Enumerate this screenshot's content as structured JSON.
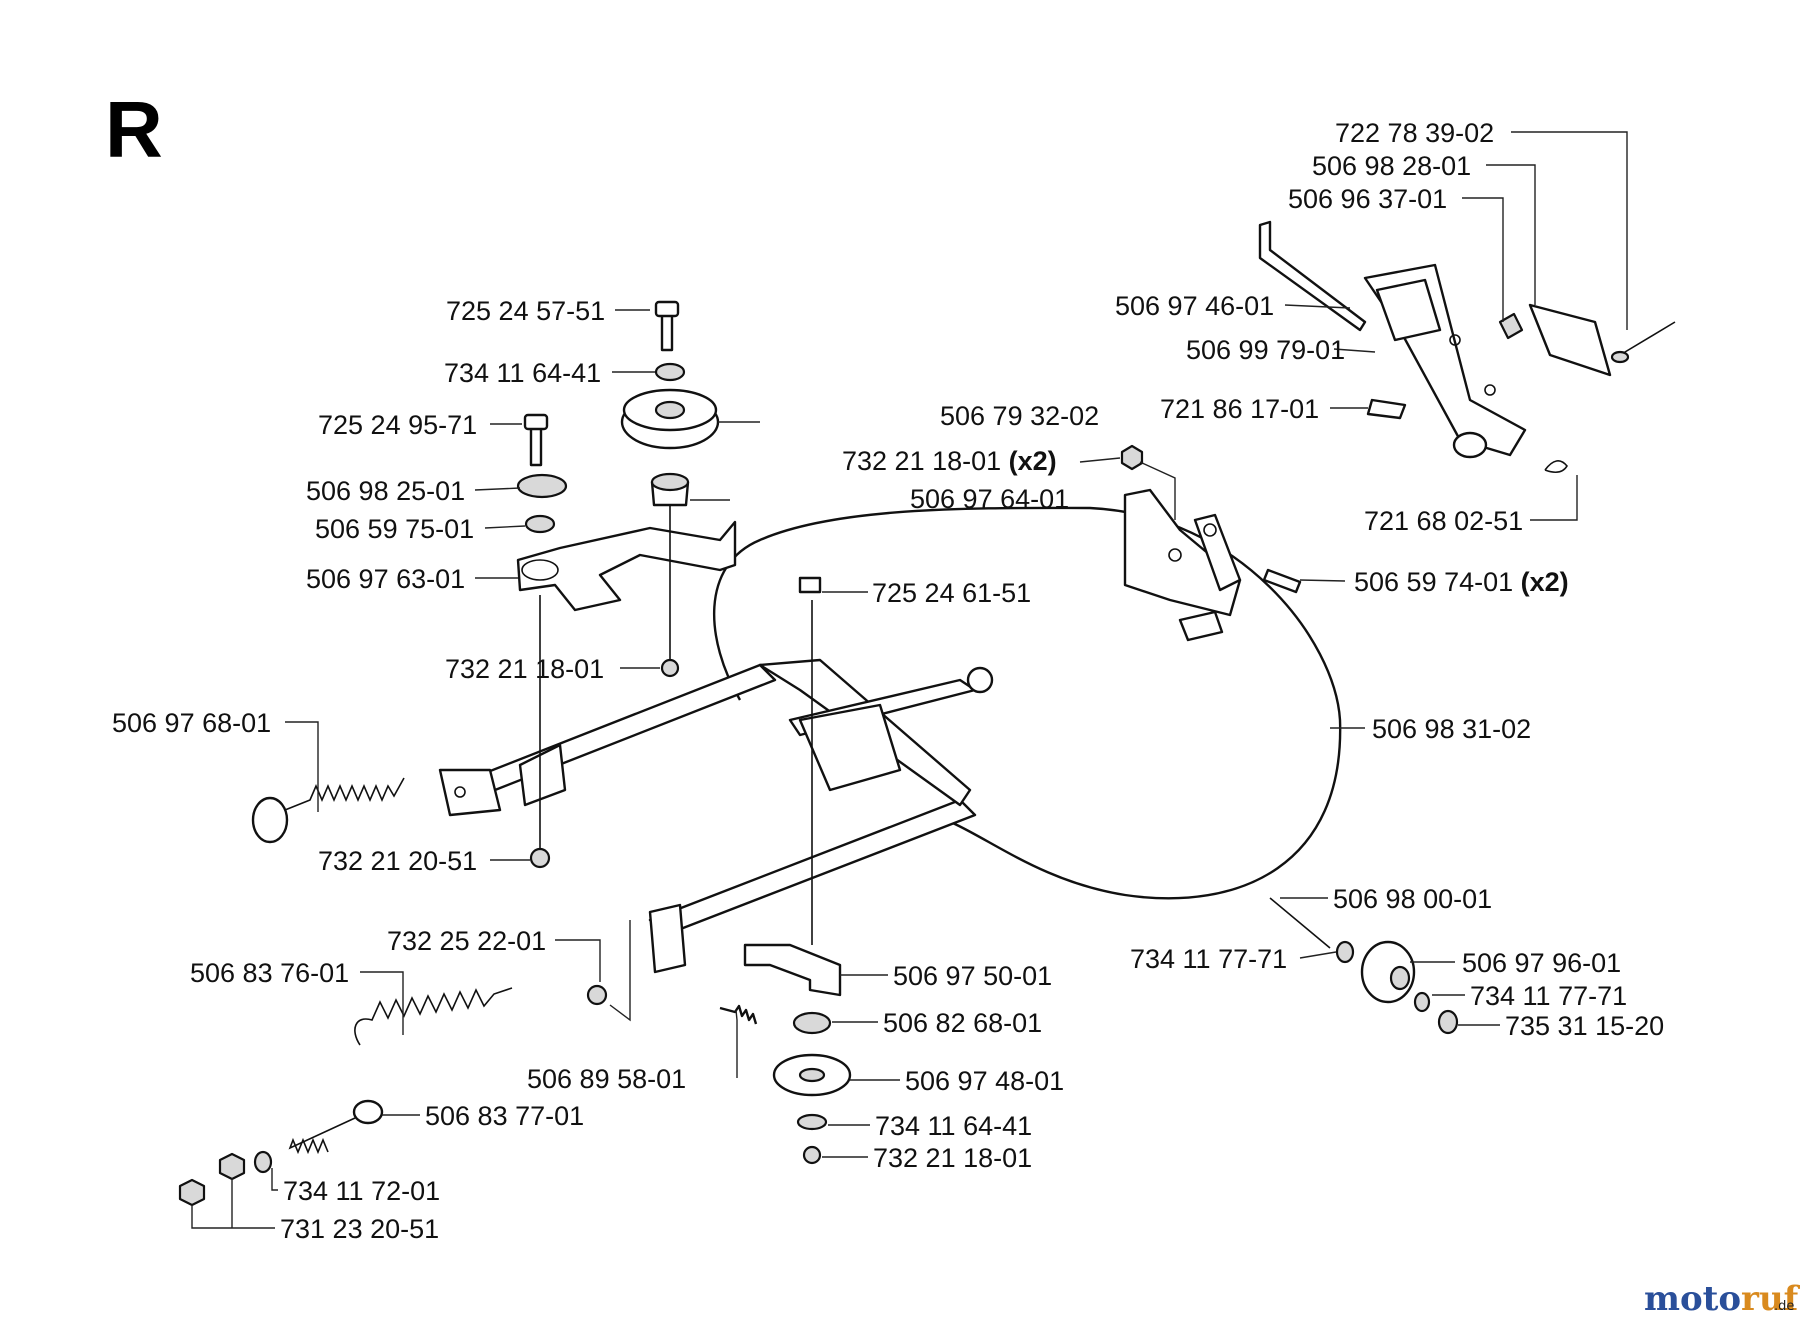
{
  "section_letter": "R",
  "watermark": {
    "text_a": "moto",
    "text_b": "ruf",
    "suffix": ".de"
  },
  "labels": [
    {
      "text": "722 78 39-02"
    },
    {
      "text": "506 98 28-01"
    },
    {
      "text": "506 96 37-01"
    },
    {
      "text": "506 97 46-01"
    },
    {
      "text": "506 99 79-01"
    },
    {
      "text": "721 86 17-01"
    },
    {
      "text": "721 68 02-51"
    },
    {
      "text": "506 79 32-02"
    },
    {
      "text": "732 21 18-01",
      "note": "(x2)"
    },
    {
      "text": "506 97 64-01"
    },
    {
      "text": "506 59 74-01",
      "note": "(x2)"
    },
    {
      "text": "725 24 57-51"
    },
    {
      "text": "734 11 64-41"
    },
    {
      "text": "725 24 95-71"
    },
    {
      "text": "506 98 25-01"
    },
    {
      "text": "506 59 75-01"
    },
    {
      "text": "506 97 63-01"
    },
    {
      "text": "725 24 61-51"
    },
    {
      "text": "732 21 18-01"
    },
    {
      "text": "506 97 68-01"
    },
    {
      "text": "506 98 31-02"
    },
    {
      "text": "732 21 20-51"
    },
    {
      "text": "506 98 00-01"
    },
    {
      "text": "734 11 77-71"
    },
    {
      "text": "506 97 96-01"
    },
    {
      "text": "734 11 77-71"
    },
    {
      "text": "735 31 15-20"
    },
    {
      "text": "732 25 22-01"
    },
    {
      "text": "506 83 76-01"
    },
    {
      "text": "506 97 50-01"
    },
    {
      "text": "506 82 68-01"
    },
    {
      "text": "506 89 58-01"
    },
    {
      "text": "506 97 48-01"
    },
    {
      "text": "506 83 77-01"
    },
    {
      "text": "734 11 64-41"
    },
    {
      "text": "734 11 72-01"
    },
    {
      "text": "732 21 18-01"
    },
    {
      "text": "731 23 20-51"
    }
  ]
}
